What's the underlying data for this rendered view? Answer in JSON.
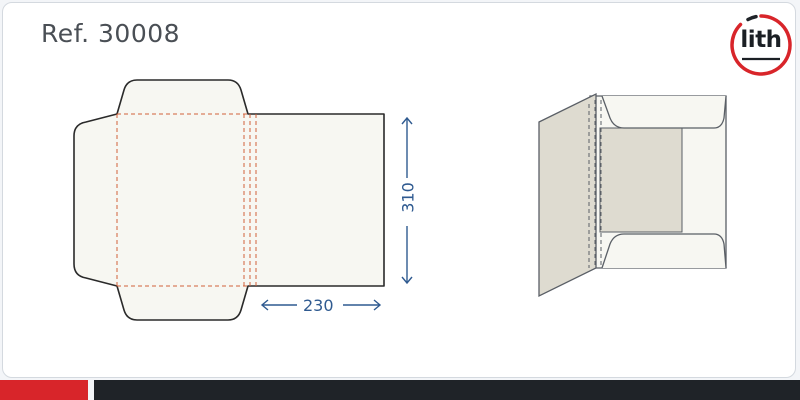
{
  "header": {
    "reference": "Ref. 30008"
  },
  "logo": {
    "text": "lith",
    "icon": "lith-logo-icon",
    "accent_color": "#d8252a"
  },
  "dimensions": {
    "width_label": "230",
    "height_label": "310"
  },
  "colors": {
    "cut_line": "#2a2a2a",
    "fold_line": "#d0603a",
    "dimension": "#2f5a90",
    "paper": "#f7f7f2",
    "pocket_inside": "#dedbd0",
    "footer_red": "#d8252a",
    "footer_dark": "#1f2328"
  }
}
